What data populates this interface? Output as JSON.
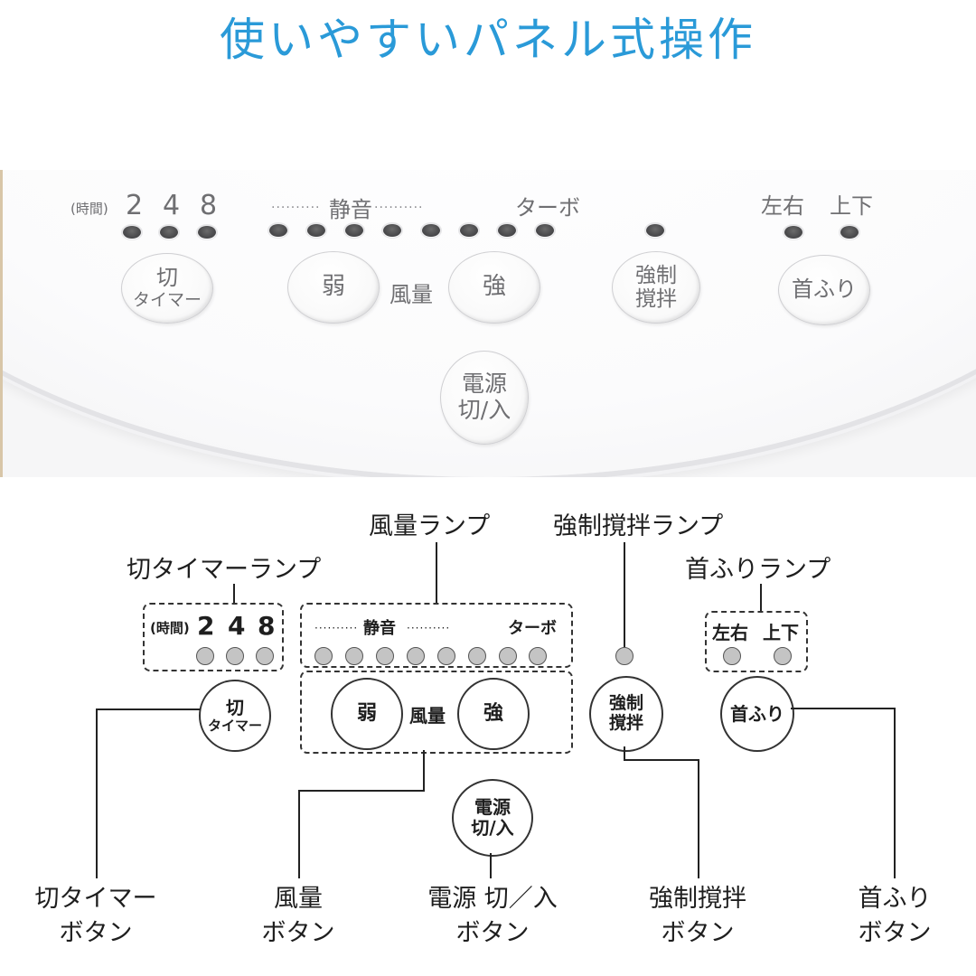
{
  "title": "使いやすいパネル式操作",
  "photo": {
    "timer_hours_label": "(時間)",
    "timer_hours": [
      "2",
      "4",
      "8"
    ],
    "wind_quiet_label": "静音",
    "wind_turbo_label": "ターボ",
    "wind_dots": "··········",
    "wind_lamp_count": 8,
    "swing_lr_label": "左右",
    "swing_ud_label": "上下",
    "buttons": {
      "timer": [
        "切",
        "タイマー"
      ],
      "weak": "弱",
      "wind_volume": "風量",
      "strong": "強",
      "forced_stir": [
        "強制",
        "撹拌"
      ],
      "swing": "首ふり",
      "power": [
        "電源",
        "切/入"
      ]
    }
  },
  "diagram": {
    "callouts_top": {
      "timer_lamp": "切タイマーランプ",
      "wind_lamp": "風量ランプ",
      "stir_lamp": "強制撹拌ランプ",
      "swing_lamp": "首ふりランプ"
    },
    "timer_hours_label": "(時間)",
    "timer_hours": [
      "2",
      "4",
      "8"
    ],
    "wind_quiet_label": "静音",
    "wind_turbo_label": "ターボ",
    "swing_lr_label": "左右",
    "swing_ud_label": "上下",
    "buttons": {
      "timer": [
        "切",
        "タイマー"
      ],
      "weak": "弱",
      "wind_volume": "風量",
      "strong": "強",
      "forced_stir": [
        "強制",
        "撹拌"
      ],
      "swing": "首ふり",
      "power": [
        "電源",
        "切/入"
      ]
    },
    "callouts_bottom": [
      {
        "line1": "切タイマー",
        "line2": "ボタン"
      },
      {
        "line1": "風量",
        "line2": "ボタン"
      },
      {
        "line1": "電源 切／入",
        "line2": "ボタン"
      },
      {
        "line1": "強制撹拌",
        "line2": "ボタン"
      },
      {
        "line1": "首ふり",
        "line2": "ボタン"
      }
    ]
  },
  "colors": {
    "title": "#2a9ad8",
    "panel": "#f6f6f7",
    "lamp_photo": "#4d4d4f",
    "lamp_diagram": "#c4c4c4",
    "line": "#222222"
  }
}
